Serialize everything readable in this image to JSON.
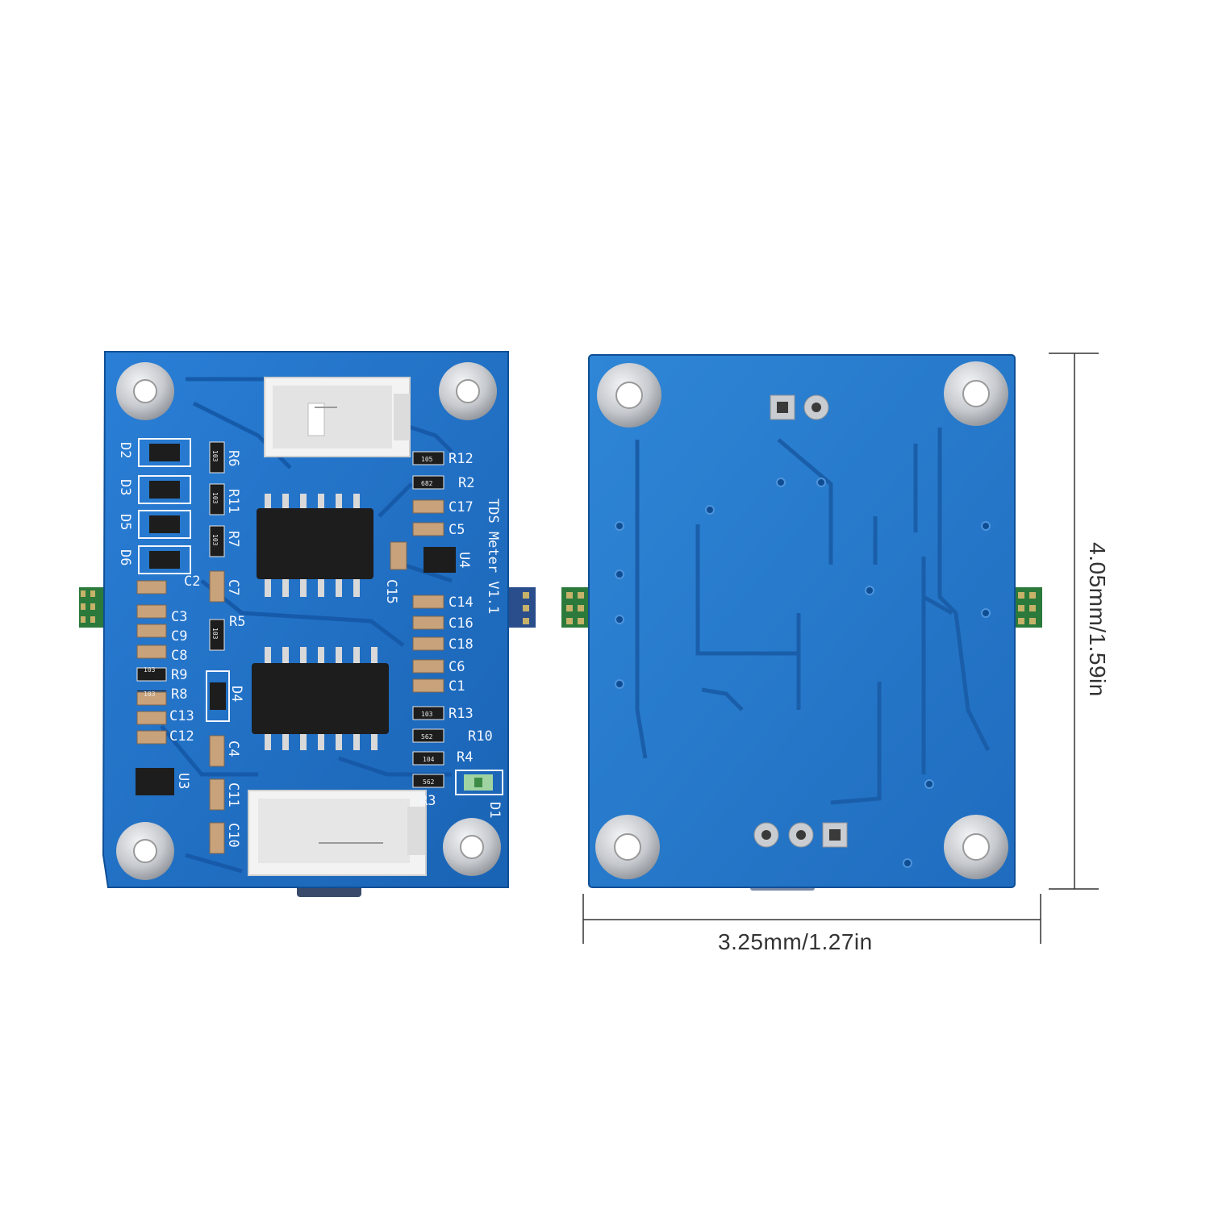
{
  "boards": {
    "front": {
      "board_title": "TDS Meter V1.1",
      "silkscreen_left": [
        "D2",
        "D3",
        "D5",
        "D6",
        "C2",
        "C3",
        "C9",
        "C8",
        "R9",
        "R8",
        "C13",
        "C12",
        "U3"
      ],
      "silkscreen_mid": [
        "R6",
        "R11",
        "R7",
        "C7",
        "R5",
        "D4",
        "C4",
        "C11",
        "C10"
      ],
      "silkscreen_right": [
        "R12",
        "R2",
        "C17",
        "C5",
        "U4",
        "C15",
        "C14",
        "C16",
        "C18",
        "C6",
        "C1",
        "R13",
        "R10",
        "R4",
        "R3",
        "D1"
      ],
      "resistor_codes": [
        "103",
        "103",
        "103",
        "103",
        "103",
        "103",
        "105",
        "682",
        "103",
        "562",
        "104",
        "562"
      ]
    },
    "back": {}
  },
  "dimensions": {
    "height_label": "4.05mm/1.59in",
    "width_label": "3.25mm/1.27in"
  },
  "colors": {
    "pcb_blue": "#1e6fc4",
    "pcb_dark": "#155aa3",
    "silkscreen": "#f2f6ff",
    "connector": "#f3f3f3",
    "chip": "#1d1d1d",
    "pad": "#c9ccd0",
    "dimension_line": "#333333"
  }
}
